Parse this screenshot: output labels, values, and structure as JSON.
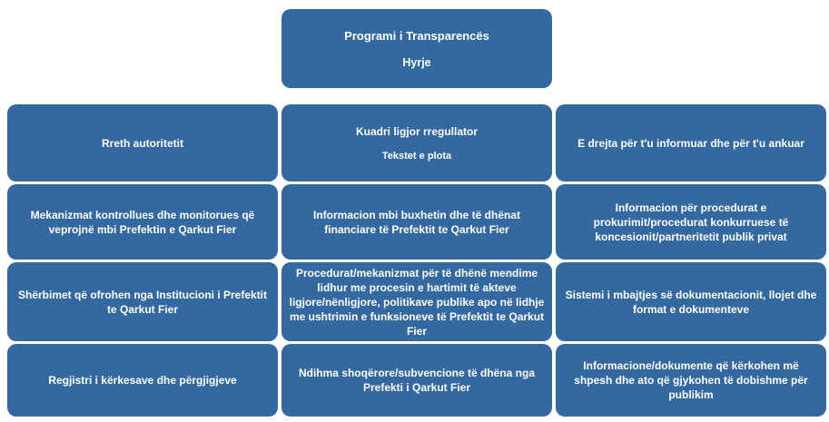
{
  "page": {
    "background_color": "#ffffff",
    "card_color": "#3468a0",
    "card_text_color": "#ffffff"
  },
  "header_card": {
    "title": "Programi i Transparencës",
    "subtitle": "Hyrje"
  },
  "cards": [
    {
      "title": "Rreth autoritetit"
    },
    {
      "title": "Kuadri ligjor rregullator",
      "subtitle": "Tekstet e plota"
    },
    {
      "title": "E drejta për t'u informuar dhe për t'u ankuar"
    },
    {
      "title": "Mekanizmat kontrollues dhe monitorues që veprojnë mbi Prefektin e Qarkut Fier"
    },
    {
      "title": "Informacion mbi buxhetin dhe të dhënat financiare të Prefektit te Qarkut Fier"
    },
    {
      "title": "Informacion për procedurat e prokurimit/procedurat konkurruese të koncesionit/partneritetit publik privat"
    },
    {
      "title": "Shërbimet që ofrohen nga Institucioni i Prefektit te Qarkut Fier"
    },
    {
      "title": "Procedurat/mekanizmat për të dhënë mendime lidhur me procesin e hartimit të akteve ligjore/nënligjore, politikave publike apo në lidhje me ushtrimin e funksioneve të Prefektit te Qarkut Fier"
    },
    {
      "title": "Sistemi i mbajtjes së dokumentacionit, llojet dhe format e dokumenteve"
    },
    {
      "title": "Regjistri i kërkesave dhe përgjigjeve"
    },
    {
      "title": "Ndihma shoqërore/subvencione të dhëna nga Prefekti i Qarkut Fier"
    },
    {
      "title": "Informacione/dokumente që kërkohen më shpesh dhe ato që gjykohen të dobishme për publikim"
    }
  ]
}
